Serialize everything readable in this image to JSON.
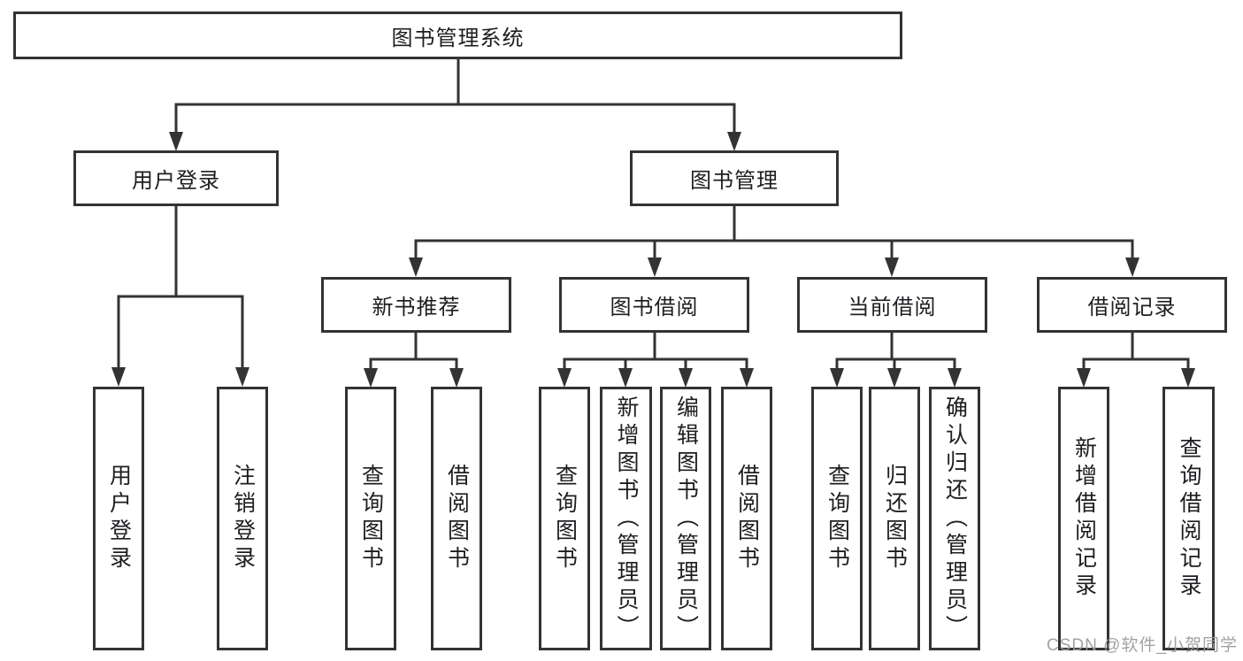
{
  "tree": {
    "root": {
      "label": "图书管理系统"
    },
    "branches": [
      {
        "label": "用户登录",
        "leaves": [
          {
            "label": "用户登录"
          },
          {
            "label": "注销登录"
          }
        ]
      },
      {
        "label": "图书管理",
        "groups": [
          {
            "label": "新书推荐",
            "leaves": [
              {
                "label": "查询图书"
              },
              {
                "label": "借阅图书"
              }
            ]
          },
          {
            "label": "图书借阅",
            "leaves": [
              {
                "label": "查询图书"
              },
              {
                "label": "新增图书（管理员）"
              },
              {
                "label": "编辑图书（管理员）"
              },
              {
                "label": "借阅图书"
              }
            ]
          },
          {
            "label": "当前借阅",
            "leaves": [
              {
                "label": "查询图书"
              },
              {
                "label": "归还图书"
              },
              {
                "label": "确认归还（管理员）"
              }
            ]
          },
          {
            "label": "借阅记录",
            "leaves": [
              {
                "label": "新增借阅记录"
              },
              {
                "label": "查询借阅记录"
              }
            ]
          }
        ]
      }
    ]
  },
  "watermark": {
    "text": "CSDN @软件_小贺同学"
  },
  "colors": {
    "line": "#333333",
    "box_border": "#333333",
    "text": "#1c1e21",
    "background": "#ffffff",
    "watermark": "#9b9b9b"
  }
}
